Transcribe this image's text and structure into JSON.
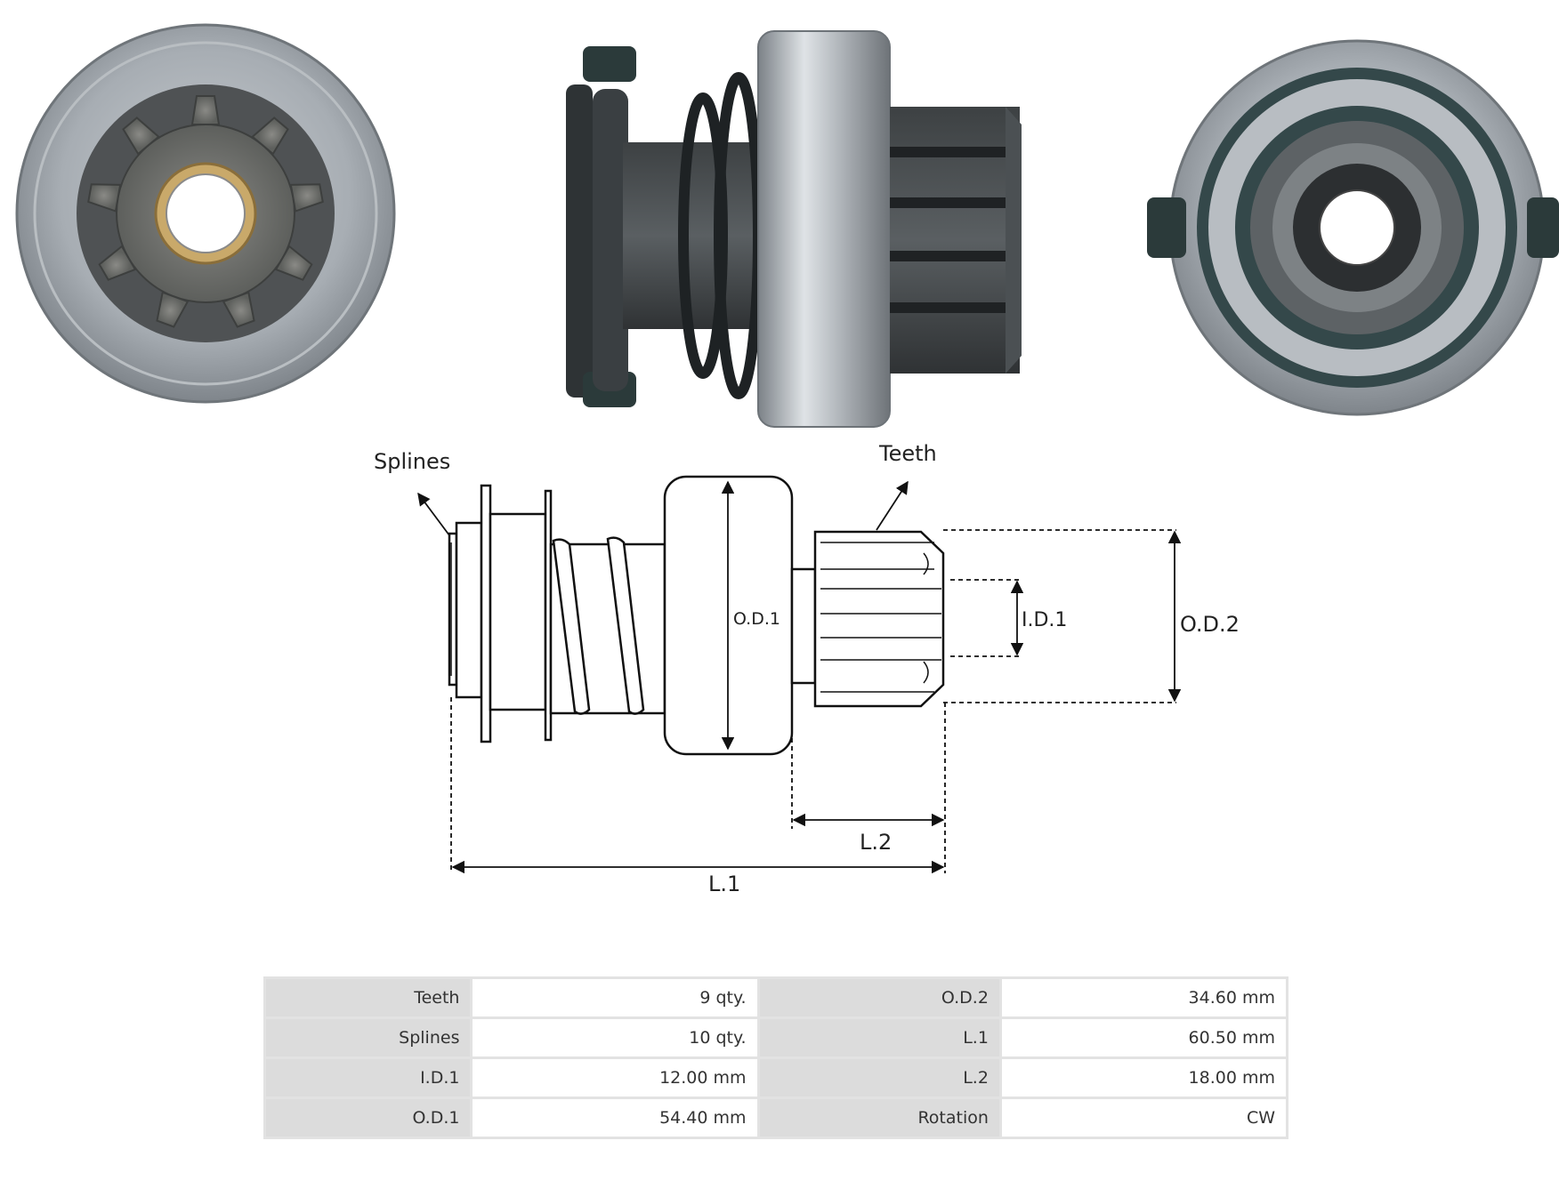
{
  "diagram": {
    "labels": {
      "splines": "Splines",
      "teeth": "Teeth",
      "od1": "O.D.1",
      "id1": "I.D.1",
      "od2": "O.D.2",
      "l1": "L.1",
      "l2": "L.2"
    }
  },
  "specs": {
    "rows": [
      [
        {
          "label": "Teeth",
          "value": "9 qty."
        },
        {
          "label": "O.D.2",
          "value": "34.60 mm"
        }
      ],
      [
        {
          "label": "Splines",
          "value": "10 qty."
        },
        {
          "label": "L.1",
          "value": "60.50 mm"
        }
      ],
      [
        {
          "label": "I.D.1",
          "value": "12.00 mm"
        },
        {
          "label": "L.2",
          "value": "18.00 mm"
        }
      ],
      [
        {
          "label": "O.D.1",
          "value": "54.40 mm"
        },
        {
          "label": "Rotation",
          "value": "CW"
        }
      ]
    ]
  }
}
